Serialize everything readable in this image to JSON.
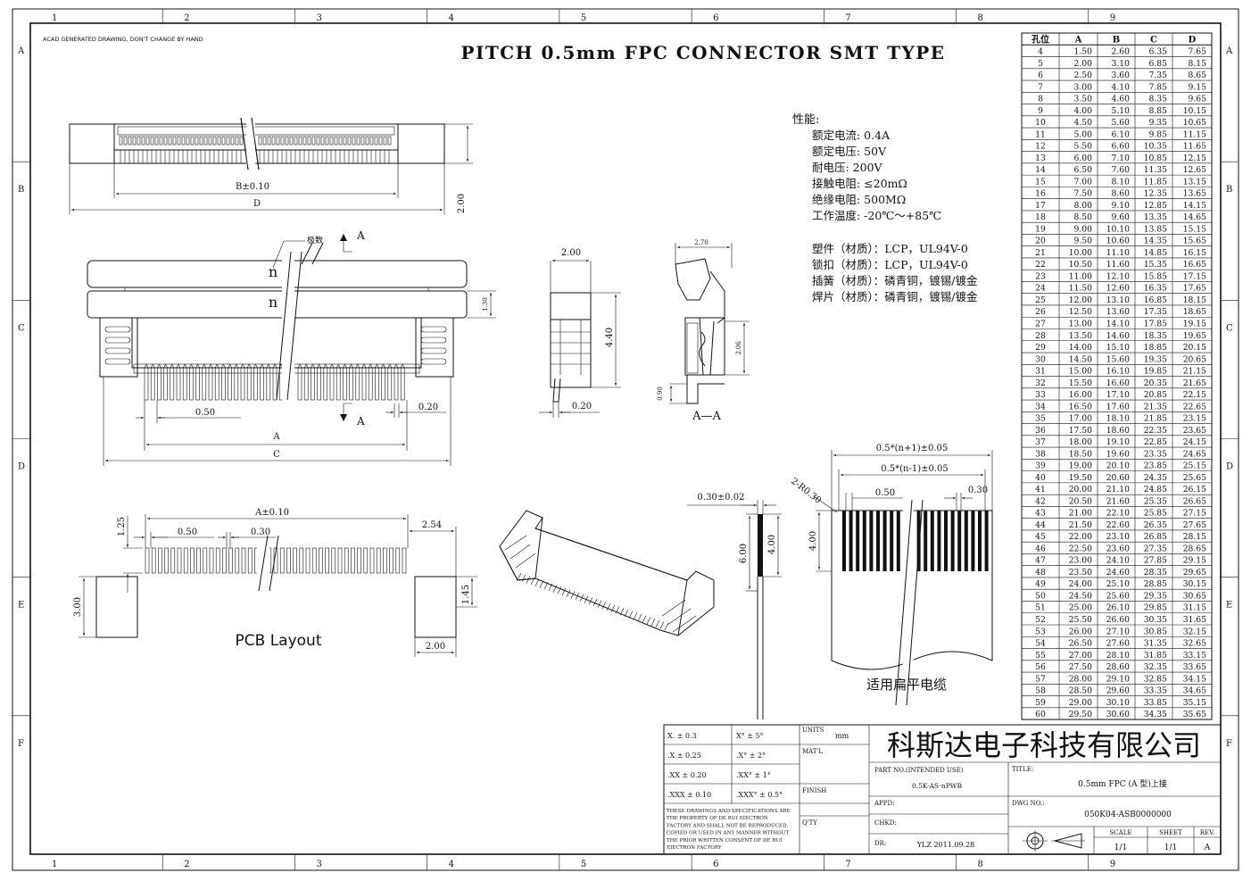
{
  "header_note": "ACAD GENERATED DRAWING, DON'T CHANGE BY HAND",
  "title": "PITCH 0.5mm FPC CONNECTOR SMT TYPE",
  "border": {
    "cols": [
      "1",
      "2",
      "3",
      "4",
      "5",
      "6",
      "7",
      "8",
      "9"
    ],
    "rows": [
      "A",
      "B",
      "C",
      "D",
      "E",
      "F"
    ]
  },
  "views": {
    "top": {
      "dim_b": "B±0.10",
      "dim_d": "D",
      "dim_h": "2.00"
    },
    "front": {
      "callout_pins": "极数",
      "n_upper": "n",
      "n_lower": "n",
      "section": "A",
      "section_bottom": "A",
      "dim_pitch": "0.50",
      "dim_lead": "0.20",
      "dim_a": "A",
      "dim_c": "C",
      "dim_side": "1.30"
    },
    "side": {
      "dim_w": "2.00",
      "dim_h": "4.40",
      "dim_t": "0.20"
    },
    "section": {
      "dim_w": "2.70",
      "dim_h": "2.06",
      "dim_t": "0.90",
      "label": "A—A"
    },
    "pcb": {
      "dim_a": "A±0.10",
      "dim_pitch": "0.50",
      "dim_pad": "0.30",
      "dim_edge": "2.54",
      "dim_pad_h": "1.25",
      "dim_solder_h": "3.00",
      "dim_solder_h2": "1.45",
      "dim_solder_w": "2.00",
      "label": "PCB Layout"
    },
    "cable_thk": {
      "dim_t": "0.30±0.02",
      "dim_len": "6.00",
      "dim_contact": "4.00"
    },
    "fpc": {
      "dim_top1": "0.5*(n+1)±0.05",
      "dim_top2": "0.5*(n-1)±0.05",
      "dim_r": "2-R0.30",
      "dim_pitch": "0.50",
      "dim_w": "0.30",
      "dim_len": "4.00",
      "label": "适用扁平电缆"
    }
  },
  "specs": {
    "heading": "性能:",
    "items": [
      "额定电流: 0.4A",
      "额定电压: 50V",
      "耐电压: 200V",
      "接触电阻: ≤20mΩ",
      "绝缘电阻: 500MΩ",
      "工作温度: -20℃～+85℃"
    ],
    "materials": [
      "塑件（材质）：LCP，UL94V-0",
      "锁扣（材质）：LCP，UL94V-0",
      "插簧（材质）：磷青铜，镀锡/镀金",
      "焊片（材质）：磷青铜，镀锡/镀金"
    ]
  },
  "pin_table": {
    "headers": [
      "孔位",
      "A",
      "B",
      "C",
      "D"
    ],
    "rows": [
      [
        "4",
        "1.50",
        "2.60",
        "6.35",
        "7.65"
      ],
      [
        "5",
        "2.00",
        "3.10",
        "6.85",
        "8.15"
      ],
      [
        "6",
        "2.50",
        "3.60",
        "7.35",
        "8.65"
      ],
      [
        "7",
        "3.00",
        "4.10",
        "7.85",
        "9.15"
      ],
      [
        "8",
        "3.50",
        "4.60",
        "8.35",
        "9.65"
      ],
      [
        "9",
        "4.00",
        "5.10",
        "8.85",
        "10.15"
      ],
      [
        "10",
        "4.50",
        "5.60",
        "9.35",
        "10.65"
      ],
      [
        "11",
        "5.00",
        "6.10",
        "9.85",
        "11.15"
      ],
      [
        "12",
        "5.50",
        "6.60",
        "10.35",
        "11.65"
      ],
      [
        "13",
        "6.00",
        "7.10",
        "10.85",
        "12.15"
      ],
      [
        "14",
        "6.50",
        "7.60",
        "11.35",
        "12.65"
      ],
      [
        "15",
        "7.00",
        "8.10",
        "11.85",
        "13.15"
      ],
      [
        "16",
        "7.50",
        "8.60",
        "12.35",
        "13.65"
      ],
      [
        "17",
        "8.00",
        "9.10",
        "12.85",
        "14.15"
      ],
      [
        "18",
        "8.50",
        "9.60",
        "13.35",
        "14.65"
      ],
      [
        "19",
        "9.00",
        "10.10",
        "13.85",
        "15.15"
      ],
      [
        "20",
        "9.50",
        "10.60",
        "14.35",
        "15.65"
      ],
      [
        "21",
        "10.00",
        "11.10",
        "14.85",
        "16.15"
      ],
      [
        "22",
        "10.50",
        "11.60",
        "15.35",
        "16.65"
      ],
      [
        "23",
        "11.00",
        "12.10",
        "15.85",
        "17.15"
      ],
      [
        "24",
        "11.50",
        "12.60",
        "16.35",
        "17.65"
      ],
      [
        "25",
        "12.00",
        "13.10",
        "16.85",
        "18.15"
      ],
      [
        "26",
        "12.50",
        "13.60",
        "17.35",
        "18.65"
      ],
      [
        "27",
        "13.00",
        "14.10",
        "17.85",
        "19.15"
      ],
      [
        "28",
        "13.50",
        "14.60",
        "18.35",
        "19.65"
      ],
      [
        "29",
        "14.00",
        "15.10",
        "18.85",
        "20.15"
      ],
      [
        "30",
        "14.50",
        "15.60",
        "19.35",
        "20.65"
      ],
      [
        "31",
        "15.00",
        "16.10",
        "19.85",
        "21.15"
      ],
      [
        "32",
        "15.50",
        "16.60",
        "20.35",
        "21.65"
      ],
      [
        "33",
        "16.00",
        "17.10",
        "20.85",
        "22.15"
      ],
      [
        "34",
        "16.50",
        "17.60",
        "21.35",
        "22.65"
      ],
      [
        "35",
        "17.00",
        "18.10",
        "21.85",
        "23.15"
      ],
      [
        "36",
        "17.50",
        "18.60",
        "22.35",
        "23.65"
      ],
      [
        "37",
        "18.00",
        "19.10",
        "22.85",
        "24.15"
      ],
      [
        "38",
        "18.50",
        "19.60",
        "23.35",
        "24.65"
      ],
      [
        "39",
        "19.00",
        "20.10",
        "23.85",
        "25.15"
      ],
      [
        "40",
        "19.50",
        "20.60",
        "24.35",
        "25.65"
      ],
      [
        "41",
        "20.00",
        "21.10",
        "24.85",
        "26.15"
      ],
      [
        "42",
        "20.50",
        "21.60",
        "25.35",
        "26.65"
      ],
      [
        "43",
        "21.00",
        "22.10",
        "25.85",
        "27.15"
      ],
      [
        "44",
        "21.50",
        "22.60",
        "26.35",
        "27.65"
      ],
      [
        "45",
        "22.00",
        "23.10",
        "26.85",
        "28.15"
      ],
      [
        "46",
        "22.50",
        "23.60",
        "27.35",
        "28.65"
      ],
      [
        "47",
        "23.00",
        "24.10",
        "27.85",
        "29.15"
      ],
      [
        "48",
        "23.50",
        "24.60",
        "28.35",
        "29.65"
      ],
      [
        "49",
        "24.00",
        "25.10",
        "28.85",
        "30.15"
      ],
      [
        "50",
        "24.50",
        "25.60",
        "29.35",
        "30.65"
      ],
      [
        "51",
        "25.00",
        "26.10",
        "29.85",
        "31.15"
      ],
      [
        "52",
        "25.50",
        "26.60",
        "30.35",
        "31.65"
      ],
      [
        "53",
        "26.00",
        "27.10",
        "30.85",
        "32.15"
      ],
      [
        "54",
        "26.50",
        "27.60",
        "31.35",
        "32.65"
      ],
      [
        "55",
        "27.00",
        "28.10",
        "31.85",
        "33.15"
      ],
      [
        "56",
        "27.50",
        "28.60",
        "32.35",
        "33.65"
      ],
      [
        "57",
        "28.00",
        "29.10",
        "32.85",
        "34.15"
      ],
      [
        "58",
        "28.50",
        "29.60",
        "33.35",
        "34.65"
      ],
      [
        "59",
        "29.00",
        "30.10",
        "33.85",
        "35.15"
      ],
      [
        "60",
        "29.50",
        "30.60",
        "34.35",
        "35.65"
      ]
    ]
  },
  "title_block": {
    "tolerances": [
      {
        "left": "X. ± 0.3",
        "right": "X° ± 5°"
      },
      {
        "left": ".X ± 0.25",
        "right": ".X° ± 2°"
      },
      {
        "left": ".XX ± 0.20",
        "right": ".XX° ± 1°"
      },
      {
        "left": ".XXX ± 0.10",
        "right": ".XXX° ± 0.5°"
      }
    ],
    "disclaimer": [
      "THESE DRAWINGS AND SPECIFICATIONS ARE",
      "THE PROPERTY OF DE RUI EIECTRON",
      "FACTORY AND SHALL NOT BE REPRODUCED,",
      "COPIED OR USED IN ANY MANNER WITHOUT",
      "THE PRIOR WRITTEN CONSENT OF DE RUI",
      "EIECTRON FACTORY"
    ],
    "units_label": "UNITS",
    "units_value": "mm",
    "matl_label": "MAT'L",
    "finish_label": "FINISH",
    "qty_label": "Q'TY",
    "company": "科斯达电子科技有限公司",
    "part_no_label": "PART NO.(INTENDED USE)",
    "part_no": "0.5K-AS-nPWB",
    "title_label": "TITLE:",
    "title_value": "0.5mm FPC (A 型)上接",
    "appd_label": "APPD:",
    "chkd_label": "CHKD:",
    "dr_label": "DR:",
    "dr_value": "YLZ 2011.09.28",
    "dwg_label": "DWG NO.:",
    "dwg_value": "050K04-ASB0000000",
    "scale_label": "SCALE",
    "scale_value": "1/1",
    "sheet_label": "SHEET",
    "sheet_value": "1/1",
    "rev_label": "REV.",
    "rev_value": "A"
  }
}
